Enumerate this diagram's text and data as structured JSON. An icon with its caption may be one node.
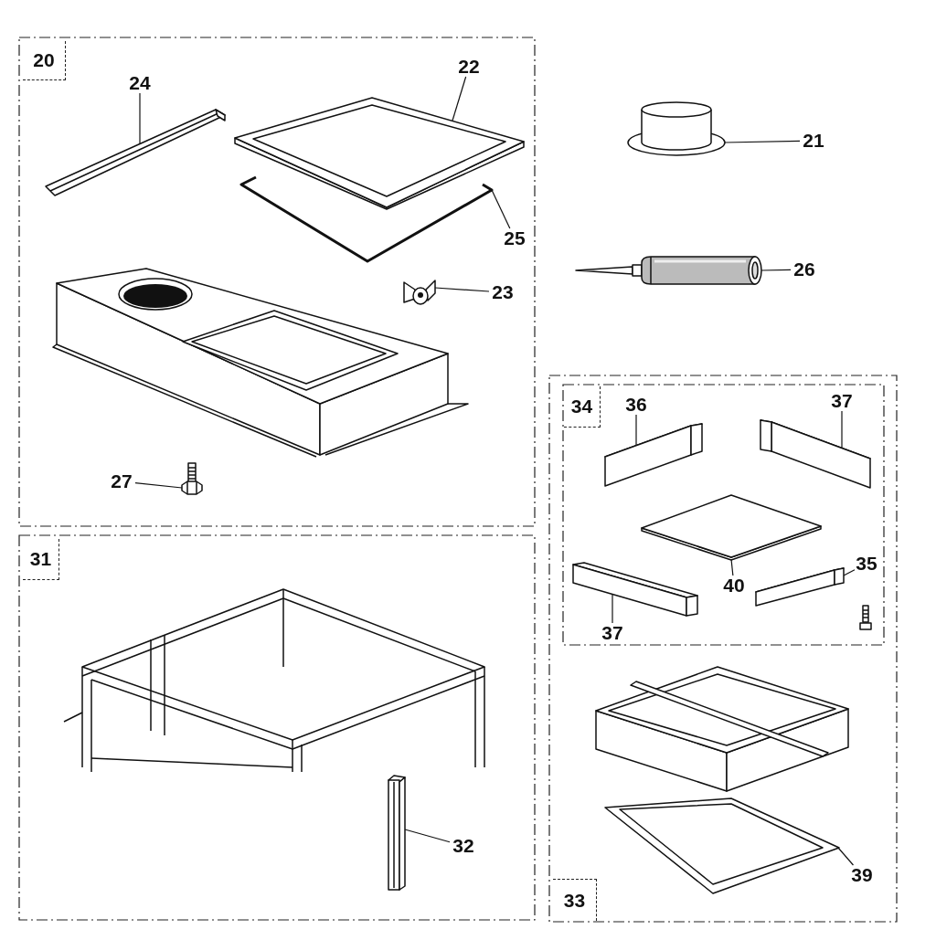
{
  "diagram": {
    "nodes": [
      {
        "text": [
          "20"
        ]
      },
      {
        "text": [
          "24"
        ],
        "in": 0
      },
      {
        "text": [],
        "shape": "picture",
        "in": 0
      },
      {
        "text": [
          "22"
        ],
        "in": 0
      },
      {
        "text": [],
        "shape": "picture",
        "in": 0
      },
      {
        "text": [
          "25"
        ],
        "in": 0
      },
      {
        "text": [],
        "shape": "picture",
        "in": 0
      },
      {
        "text": [
          "23"
        ],
        "in": 0
      },
      {
        "text": [],
        "shape": "picture",
        "in": 0
      },
      {
        "text": [
          "27"
        ],
        "in": 0
      },
      {
        "text": [],
        "shape": "picture",
        "in": 0
      },
      {
        "text": [
          "21"
        ]
      },
      {
        "text": [],
        "shape": "picture"
      },
      {
        "text": [
          "26"
        ]
      },
      {
        "text": [],
        "shape": "picture"
      },
      {
        "text": [
          "33"
        ]
      },
      {
        "text": [
          "34"
        ],
        "in": 15
      },
      {
        "text": [
          "36"
        ],
        "in": 16
      },
      {
        "text": [],
        "shape": "picture",
        "in": 16
      },
      {
        "text": [
          "37"
        ],
        "in": 16
      },
      {
        "text": [],
        "shape": "picture",
        "in": 16
      },
      {
        "text": [
          "35"
        ],
        "in": 16
      },
      {
        "text": [],
        "shape": "picture",
        "in": 16
      },
      {
        "text": [
          "40"
        ],
        "in": 16
      },
      {
        "text": [],
        "shape": "picture",
        "in": 16
      },
      {
        "text": [
          "37"
        ],
        "in": 16
      },
      {
        "text": [],
        "shape": "picture",
        "in": 16
      },
      {
        "text": [
          "31"
        ]
      },
      {
        "text": [
          "32"
        ],
        "in": 27
      },
      {
        "text": [],
        "shape": "picture",
        "in": 27
      },
      {
        "text": [
          "39"
        ],
        "in": 15
      },
      {
        "text": [],
        "shape": "picture",
        "in": 15
      }
    ],
    "edges": [
      {
        "from": 1,
        "to": 2,
        "arrow": "none"
      },
      {
        "from": 3,
        "to": 4,
        "arrow": "none"
      },
      {
        "from": 5,
        "to": 6,
        "arrow": "none"
      },
      {
        "from": 7,
        "to": 8,
        "arrow": "none"
      },
      {
        "from": 9,
        "to": 10,
        "arrow": "none"
      },
      {
        "from": 11,
        "to": 12,
        "arrow": "none"
      },
      {
        "from": 13,
        "to": 14,
        "arrow": "none"
      },
      {
        "from": 17,
        "to": 18,
        "arrow": "none"
      },
      {
        "from": 19,
        "to": 20,
        "arrow": "none"
      },
      {
        "from": 21,
        "to": 22,
        "arrow": "none"
      },
      {
        "from": 23,
        "to": 24,
        "arrow": "none"
      },
      {
        "from": 25,
        "to": 26,
        "arrow": "none"
      },
      {
        "from": 28,
        "to": 29,
        "arrow": "none"
      },
      {
        "from": 30,
        "to": 31,
        "arrow": "none"
      }
    ]
  }
}
